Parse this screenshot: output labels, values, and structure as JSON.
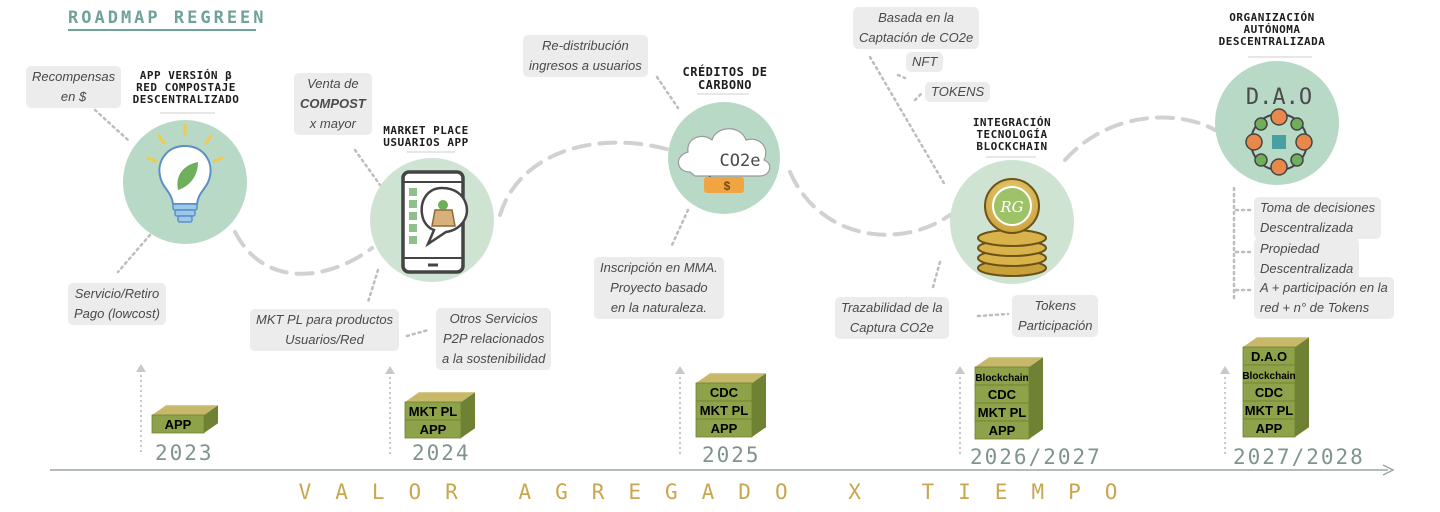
{
  "header": {
    "title": "ROADMAP REGREEN"
  },
  "footer": {
    "label": "VALOR AGREGADO X TIEMPO"
  },
  "milestones": [
    {
      "year": "2023",
      "title_lines": [
        "APP VERSIÓN β",
        "RED COMPOSTAJE",
        "DESCENTRALIZADO"
      ],
      "stack": [
        "APP"
      ]
    },
    {
      "year": "2024",
      "title_lines": [
        "MARKET PLACE",
        "USUARIOS APP"
      ],
      "stack": [
        "MKT PL",
        "APP"
      ]
    },
    {
      "year": "2025",
      "title_lines": [
        "CRÉDITOS DE",
        "CARBONO"
      ],
      "stack": [
        "CDC",
        "MKT PL",
        "APP"
      ],
      "icon_text": "CO2e",
      "tag_text": "$"
    },
    {
      "year": "2026/2027",
      "title_lines": [
        "INTEGRACIÓN",
        "TECNOLOGÍA",
        "BLOCKCHAIN"
      ],
      "stack": [
        "Blockchain",
        "CDC",
        "MKT PL",
        "APP"
      ],
      "coin_text": "RG"
    },
    {
      "year": "2027/2028",
      "title_lines": [
        "ORGANIZACIÓN",
        "AUTÓNOMA",
        "DESCENTRALIZADA"
      ],
      "stack": [
        "D.A.O",
        "Blockchain",
        "CDC",
        "MKT PL",
        "APP"
      ],
      "icon_text": "D.A.O"
    }
  ],
  "notes": {
    "recompensas": [
      "Recompensas",
      "en $"
    ],
    "servicio": [
      "Servicio/Retiro",
      "Pago (lowcost)"
    ],
    "venta": [
      "Venta de",
      "COMPOST",
      "x mayor"
    ],
    "mktpl": [
      "MKT PL para productos",
      "Usuarios/Red"
    ],
    "otros": [
      "Otros Servicios",
      "P2P relacionados",
      "a la sostenibilidad"
    ],
    "redistribucion": [
      "Re-distribución",
      "ingresos a usuarios"
    ],
    "inscripcion": [
      "Inscripción en MMA.",
      "Proyecto basado",
      "en la naturaleza."
    ],
    "basada": [
      "Basada en la",
      "Captación de CO2e"
    ],
    "nft": "NFT",
    "tokens": "TOKENS",
    "trazabilidad": [
      "Trazabilidad de la",
      "Captura CO2e"
    ],
    "tokens_part": [
      "Tokens",
      "Participación"
    ],
    "toma": [
      "Toma de decisiones",
      "Descentralizada"
    ],
    "propiedad": [
      "Propiedad",
      "Descentralizada"
    ],
    "participacion": [
      "A + participación en la",
      "red + n° de Tokens"
    ]
  },
  "colors": {
    "circle": "#b9d9c7",
    "block_front": "#8ea24a",
    "block_top": "#c8b96a",
    "block_side": "#6f8233",
    "accent_gold": "#c9a64f",
    "dash": "#cfcfcf"
  }
}
